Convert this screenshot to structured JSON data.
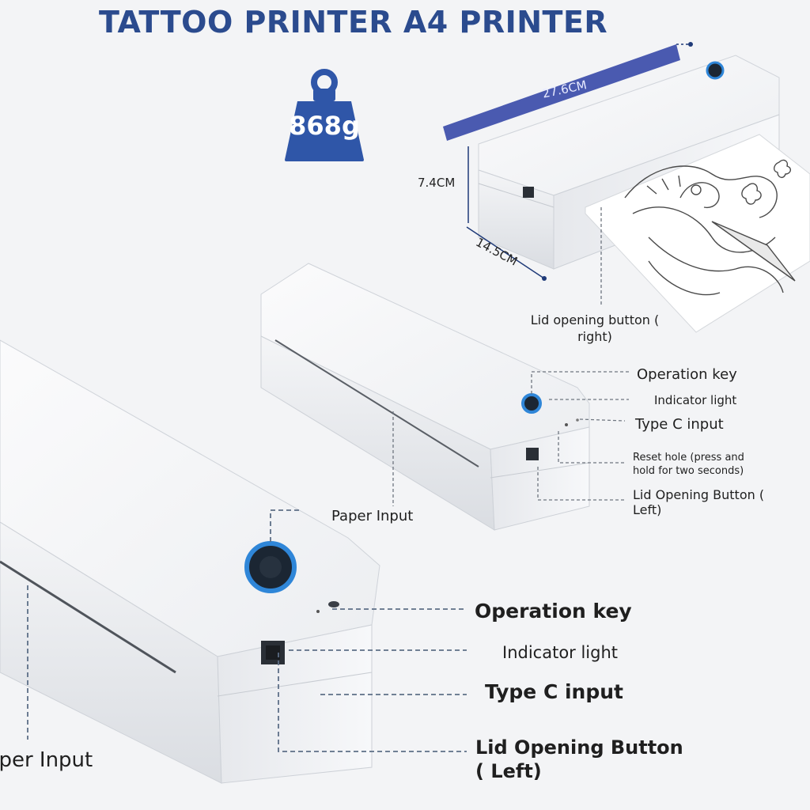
{
  "title": "TATTOO PRINTER A4 PRINTER",
  "weight": {
    "value": "868g",
    "icon": "weight-icon"
  },
  "dimensions": {
    "width": "27.6CM",
    "height": "7.4CM",
    "depth": "14.5CM"
  },
  "top_printer_labels": {
    "lid_button_right": "Lid opening button ( right)"
  },
  "middle_printer_labels": {
    "operation_key": "Operation key",
    "indicator_light": "Indicator light",
    "type_c_input": "Type C input",
    "reset_hole": "Reset hole (press and hold for two seconds)",
    "lid_button_left": "Lid Opening Button ( Left)",
    "paper_input": "Paper Input"
  },
  "front_printer_labels": {
    "operation_key": "Operation key",
    "indicator_light": "Indicator light",
    "type_c_input": "Type C input",
    "lid_button_left": "Lid Opening Button ( Left)",
    "paper_input": "Paper Input"
  },
  "colors": {
    "accent": "#2b4b8e",
    "band": "#4a5ab0",
    "body": "#ffffff",
    "ring": "#2f86d8"
  },
  "illustration": "dragon-tattoo-stencil"
}
